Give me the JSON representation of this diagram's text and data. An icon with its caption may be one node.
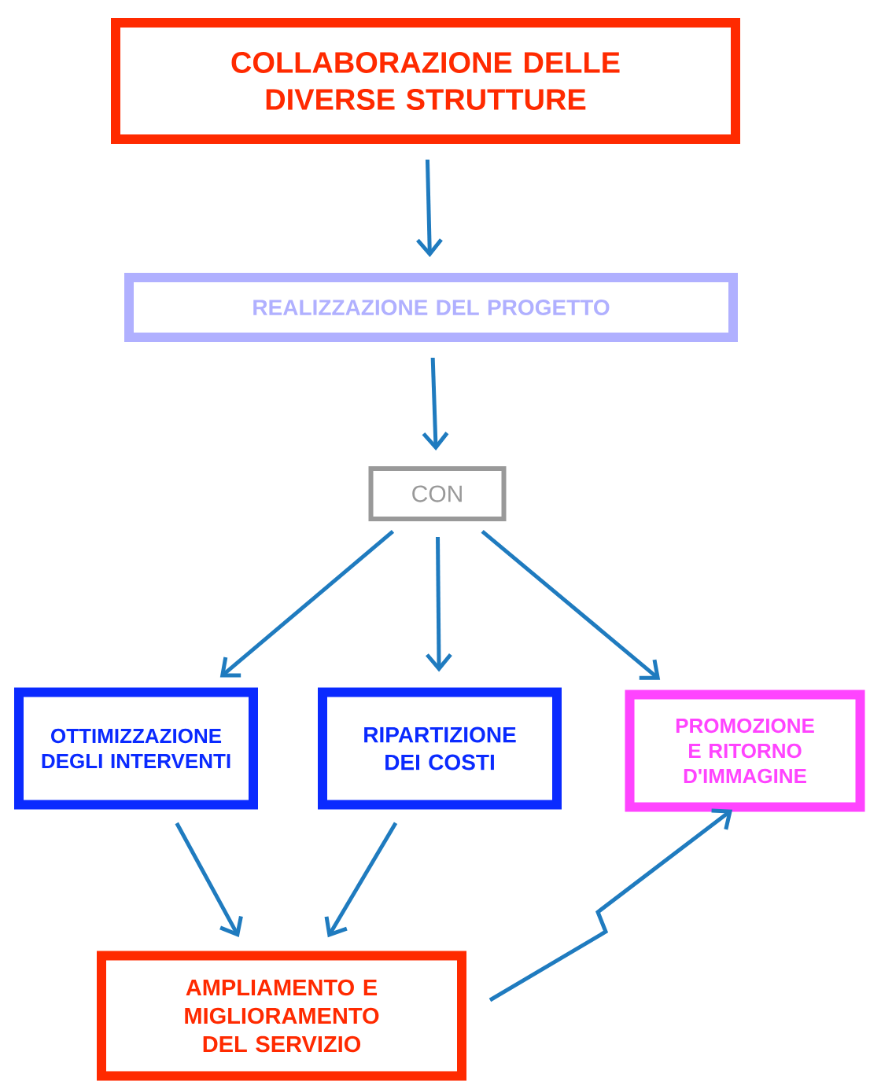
{
  "diagram": {
    "nodes": [
      {
        "text": [
          "COLLABORAZIONE DELLE DIVERSE STRUTTURE"
        ]
      },
      {
        "text": [
          "REALIZZAZIONE DEL PROGETTO"
        ]
      },
      {
        "text": [
          "CON"
        ]
      },
      {
        "text": [
          "OTTIMIZZAZIONE DEGLI INTERVENTI"
        ]
      },
      {
        "text": [
          "RIPARTIZIONE DEI COSTI"
        ]
      },
      {
        "text": [
          "PROMOZIONE E RITORNO D'IMMAGINE"
        ]
      },
      {
        "text": [
          "AMPLIAMENTO E MIGLIORAMENTO DEL SERVIZIO"
        ]
      }
    ],
    "edges": [
      {
        "from": 0,
        "to": 1,
        "arrow": "to"
      },
      {
        "from": 1,
        "to": 2,
        "arrow": "to"
      },
      {
        "from": 2,
        "to": 3,
        "arrow": "to"
      },
      {
        "from": 2,
        "to": 4,
        "arrow": "to"
      },
      {
        "from": 2,
        "to": 5,
        "arrow": "to"
      },
      {
        "from": 3,
        "to": 6,
        "arrow": "to"
      },
      {
        "from": 4,
        "to": 6,
        "arrow": "to"
      },
      {
        "from": 6,
        "to": 5,
        "arrow": "to"
      }
    ]
  }
}
